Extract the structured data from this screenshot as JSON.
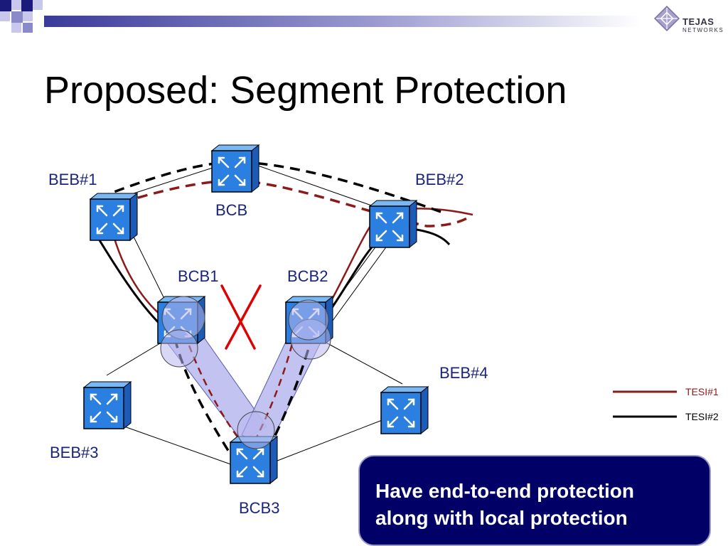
{
  "slide": {
    "title": "Proposed: Segment Protection",
    "logo": {
      "name": "TEJAS",
      "subtitle": "NETWORKS"
    }
  },
  "nodes": {
    "beb1": "BEB#1",
    "beb2": "BEB#2",
    "beb3": "BEB#3",
    "beb4": "BEB#4",
    "bcb": "BCB",
    "bcb1": "BCB1",
    "bcb2": "BCB2",
    "bcb3": "BCB3"
  },
  "legend": {
    "tesi1": {
      "label": "TESI#1",
      "color": "#8b1a1a"
    },
    "tesi2": {
      "label": "TESI#2",
      "color": "#000000"
    }
  },
  "callout": {
    "line1": "Have end-to-end protection",
    "line2": "along with local protection"
  },
  "colors": {
    "accent": "#000066",
    "node_blue": "#2a7fe0",
    "tunnel": "#b8b8ee",
    "fault": "#e00000"
  }
}
